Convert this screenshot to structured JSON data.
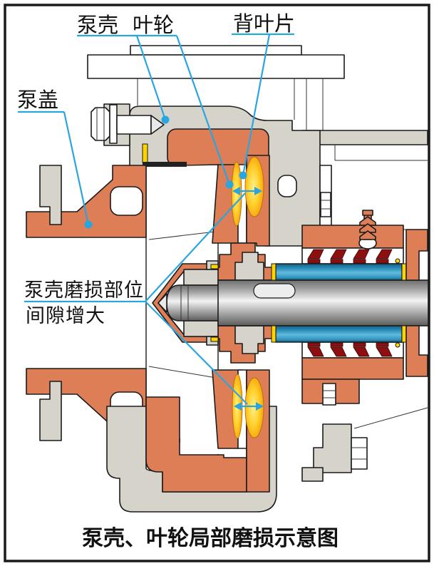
{
  "diagram": {
    "caption": "泵壳、叶轮局部磨损示意图",
    "labels": {
      "pump_casing": "泵壳",
      "impeller": "叶轮",
      "back_vane": "背叶片",
      "pump_cover": "泵盖",
      "wear_note_line1": "泵壳磨损部位",
      "wear_note_line2": "间隙增大"
    },
    "colors": {
      "casing_salmon": "#dd7e56",
      "metal_gray": "#d6d3cb",
      "leader_blue": "#29a5e0",
      "bearing_blue": "#2f93bd",
      "seal_red": "#8e0f0f",
      "gasket_yellow": "#ffd500",
      "wear_highlight": "#f59a00",
      "ink": "#1b1b1b"
    }
  }
}
